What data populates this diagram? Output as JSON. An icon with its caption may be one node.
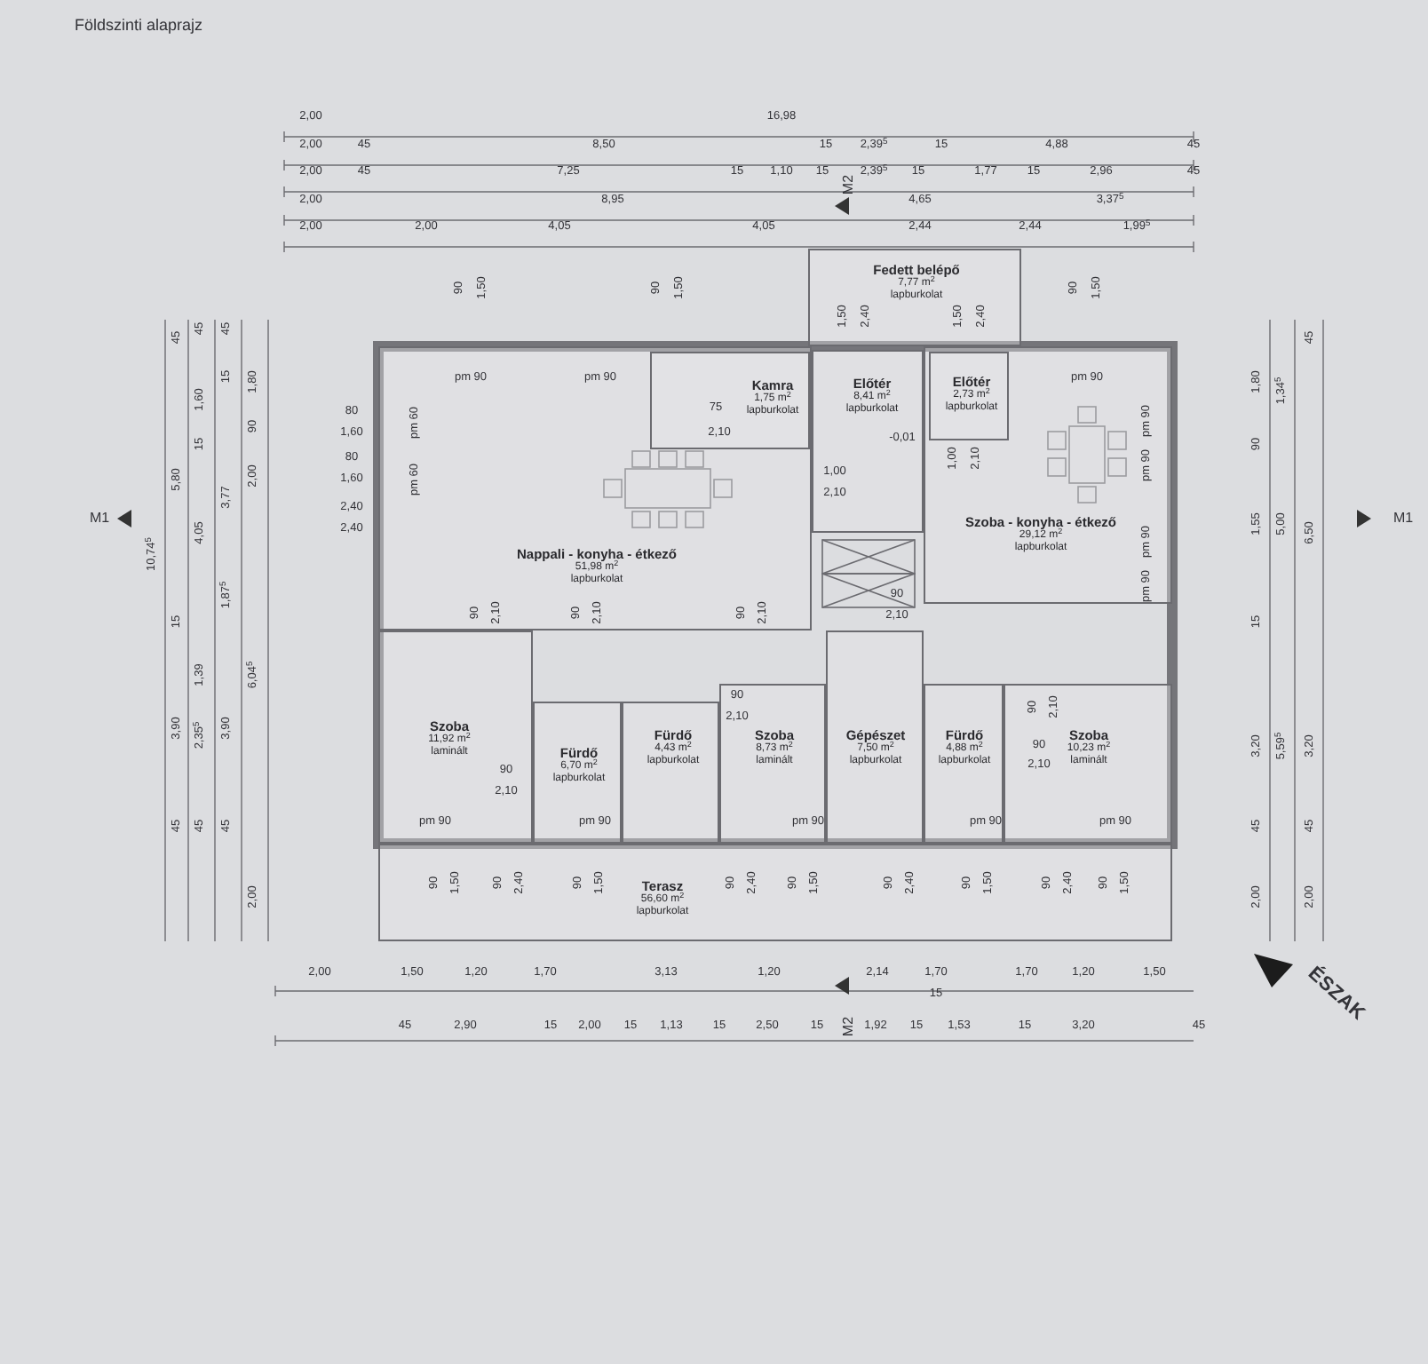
{
  "diagram": {
    "title": "Földszinti alaprajz",
    "nodes": [
      {
        "text": [
          "Fedett belépő",
          "7,77 m$^{2}$",
          "lapburkolat"
        ]
      },
      {
        "text": [
          "Kamra",
          "1,75 m$^{2}$",
          "lapburkolat"
        ],
        "in": 4
      },
      {
        "text": [
          "Előtér",
          "8,41 m$^{2}$",
          "lapburkolat"
        ]
      },
      {
        "text": [
          "Előtér",
          "2,73 m$^{2}$",
          "lapburkolat"
        ],
        "in": 5
      },
      {
        "text": [
          "Nappali - konyha - étkező",
          "51,98 m$^{2}$",
          "lapburkolat"
        ]
      },
      {
        "text": [
          "Szoba - konyha - étkező",
          "29,12 m$^{2}$",
          "lapburkolat"
        ]
      },
      {
        "text": [
          "Szoba",
          "11,92 m$^{2}$",
          "laminált"
        ]
      },
      {
        "text": [
          "Fürdő",
          "6,70 m$^{2}$",
          "lapburkolat"
        ]
      },
      {
        "text": [
          "Fürdő",
          "4,43 m$^{2}$",
          "lapburkolat"
        ]
      },
      {
        "text": [
          "Szoba",
          "8,73 m$^{2}$",
          "laminált"
        ]
      },
      {
        "text": [
          "Gépészet",
          "7,50 m$^{2}$",
          "lapburkolat"
        ]
      },
      {
        "text": [
          "Fürdő",
          "4,88 m$^{2}$",
          "lapburkolat"
        ]
      },
      {
        "text": [
          "Szoba",
          "10,23 m$^{2}$",
          "laminált"
        ]
      },
      {
        "text": [
          "Terasz",
          "56,60 m$^{2}$",
          "lapburkolat"
        ]
      }
    ],
    "labels": [
      "2,00",
      "16,98",
      "2,00",
      "45",
      "8,50",
      "15",
      "2,39$^{5}$",
      "15",
      "4,88",
      "45",
      "2,00",
      "45",
      "7,25",
      "15",
      "1,10",
      "15",
      "2,39$^{5}$",
      "15",
      "1,77",
      "15",
      "2,96",
      "45",
      "M2",
      "2,00",
      "8,95",
      "4,65",
      "3,37$^{5}$",
      "2,00",
      "2,00",
      "4,05",
      "4,05",
      "2,44",
      "2,44",
      "1,99$^{5}$",
      "90",
      "1,50",
      "90",
      "1,50",
      "1,50",
      "2,40",
      "1,50",
      "2,40",
      "90",
      "1,50",
      "pm 60",
      "pm 60",
      "80",
      "1,60",
      "80",
      "1,60",
      "2,40",
      "2,40",
      "pm 90",
      "pm 90",
      "pm 90",
      "75",
      "2,10",
      "1,00",
      "2,10",
      "-0,01",
      "1,00",
      "2,10",
      "pm 90",
      "pm 90",
      "pm 90",
      "pm 90",
      "90",
      "2,10",
      "90",
      "2,10",
      "90",
      "2,10",
      "90",
      "2,10",
      "90",
      "2,10",
      "90",
      "2,10",
      "90",
      "2,10",
      "90",
      "2,10",
      "pm 90",
      "pm 90",
      "pm 90",
      "pm 90",
      "pm 90",
      "90",
      "1,50",
      "90",
      "2,40",
      "90",
      "1,50",
      "90",
      "2,40",
      "90",
      "1,50",
      "90",
      "2,40",
      "90",
      "1,50",
      "90",
      "2,40",
      "90",
      "1,50",
      "2,00",
      "1,50",
      "1,20",
      "1,70",
      "3,13",
      "1,20",
      "2,14",
      "1,70",
      "15",
      "1,70",
      "1,20",
      "1,50",
      "M2",
      "45",
      "2,90",
      "15",
      "2,00",
      "15",
      "1,13",
      "15",
      "2,50",
      "15",
      "1,92",
      "15",
      "1,53",
      "15",
      "3,20",
      "45",
      "10,74$^{5}$",
      "45",
      "5,80",
      "15",
      "3,90",
      "45",
      "45",
      "1,60",
      "15",
      "4,05",
      "1,39",
      "2,35$^{5}$",
      "45",
      "45",
      "15",
      "3,77",
      "1,87$^{5}$",
      "3,90",
      "45",
      "1,80",
      "90",
      "2,00",
      "6,04$^{5}$",
      "2,00",
      "1,80",
      "90",
      "1,55",
      "15",
      "3,20",
      "45",
      "2,00",
      "1,34$^{5}$",
      "5,00",
      "5,59$^{5}$",
      "45",
      "6,50",
      "3,20",
      "45",
      "2,00",
      "M1",
      "M1",
      "ÉSZAK"
    ]
  }
}
